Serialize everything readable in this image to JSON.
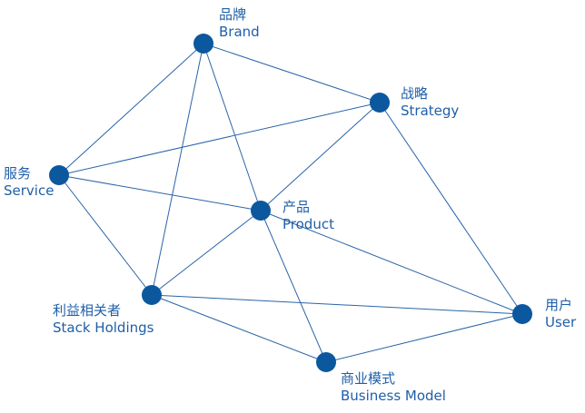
{
  "colors": {
    "node": "#0b589f",
    "edge": "#2a64a8",
    "text": "#1f5fa8"
  },
  "nodes": [
    {
      "id": "brand",
      "zh": "品牌",
      "en": "Brand"
    },
    {
      "id": "strategy",
      "zh": "战略",
      "en": "Strategy"
    },
    {
      "id": "service",
      "zh": "服务",
      "en": "Service"
    },
    {
      "id": "product",
      "zh": "产品",
      "en": "Product"
    },
    {
      "id": "stakeholders",
      "zh": "利益相关者",
      "en": "Stack Holdings"
    },
    {
      "id": "user",
      "zh": "用户",
      "en": "User"
    },
    {
      "id": "business",
      "zh": "商业模式",
      "en": "Business Model"
    }
  ],
  "edges": [
    [
      "brand",
      "strategy"
    ],
    [
      "brand",
      "service"
    ],
    [
      "brand",
      "stakeholders"
    ],
    [
      "brand",
      "product"
    ],
    [
      "strategy",
      "service"
    ],
    [
      "strategy",
      "product"
    ],
    [
      "strategy",
      "user"
    ],
    [
      "service",
      "product"
    ],
    [
      "service",
      "stakeholders"
    ],
    [
      "product",
      "stakeholders"
    ],
    [
      "product",
      "user"
    ],
    [
      "product",
      "business"
    ],
    [
      "stakeholders",
      "user"
    ],
    [
      "stakeholders",
      "business"
    ],
    [
      "business",
      "user"
    ]
  ]
}
